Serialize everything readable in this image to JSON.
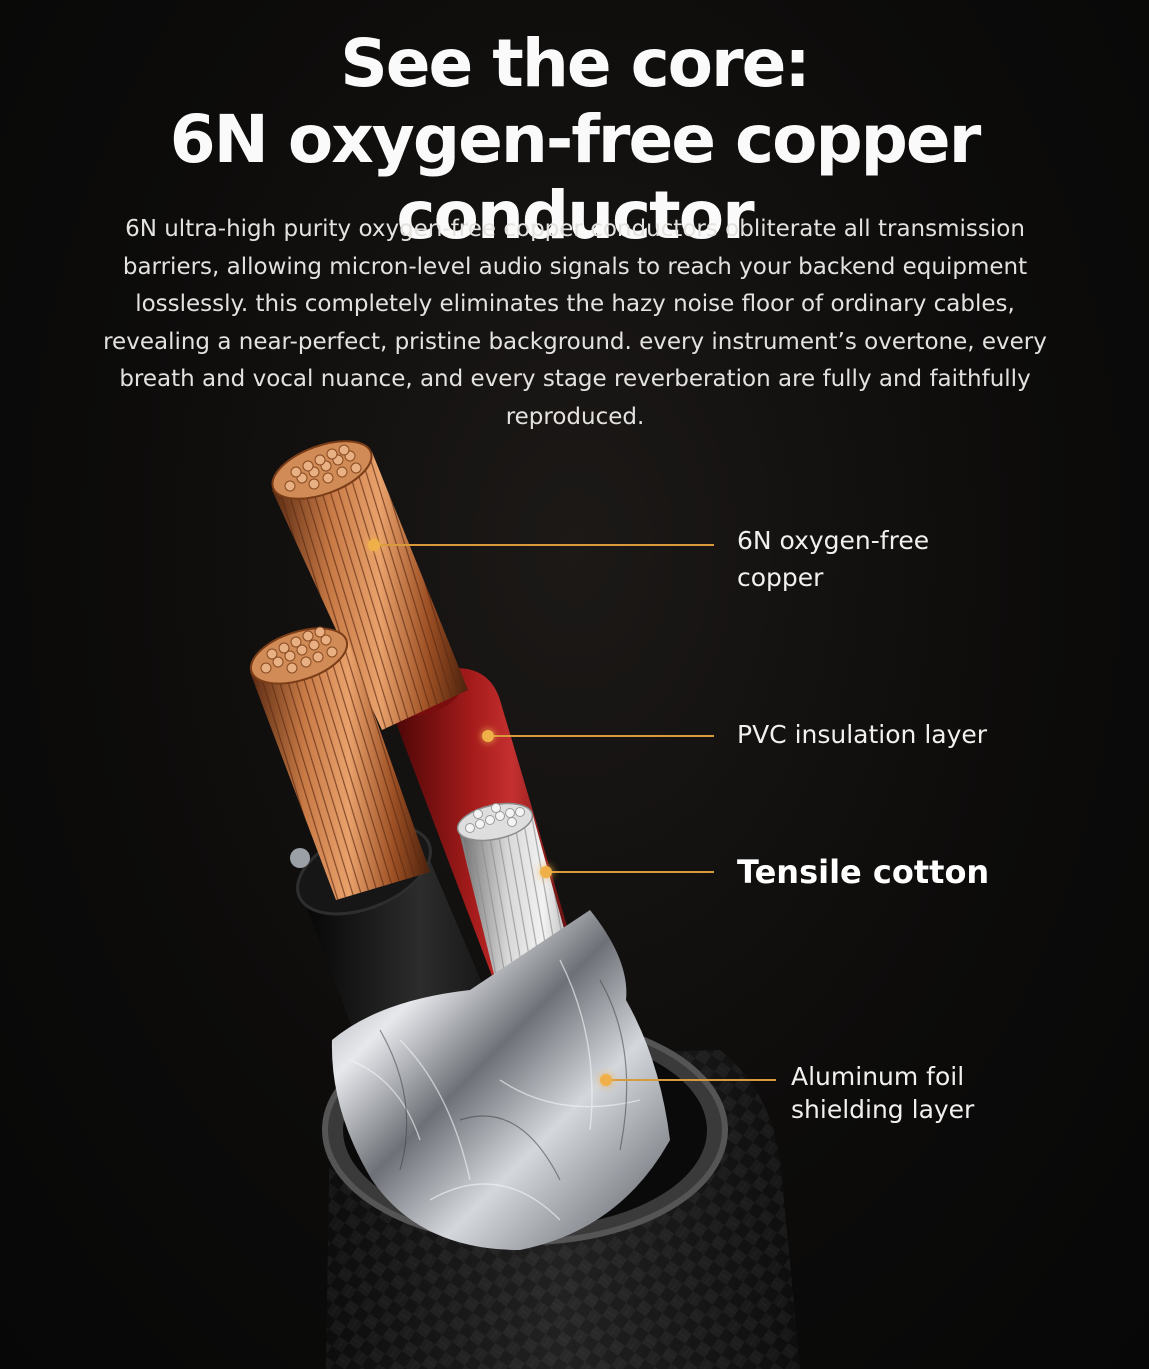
{
  "headline": {
    "line1": "See the core:",
    "line2": "6N oxygen-free copper conductor"
  },
  "description": "6N ultra-high purity oxygen-free copper conductors obliterate all transmission barriers, allowing micron-level audio signals to reach your backend equipment losslessly. this completely eliminates the hazy noise floor of ordinary cables, revealing a near-perfect, pristine background. every instrument’s overtone, every breath and vocal nuance, and every stage reverberation are fully and faithfully reproduced.",
  "callouts": {
    "copper": {
      "line1": "6N oxygen-free",
      "line2": "copper"
    },
    "pvc": "PVC insulation layer",
    "cotton": "Tensile cotton",
    "foil": {
      "line1": "Aluminum foil",
      "line2": "shielding layer"
    }
  },
  "colors": {
    "accent": "#f0b049",
    "copper": "#b8642e",
    "pvc_red": "#8e1414",
    "background": "#0d0c0b"
  }
}
